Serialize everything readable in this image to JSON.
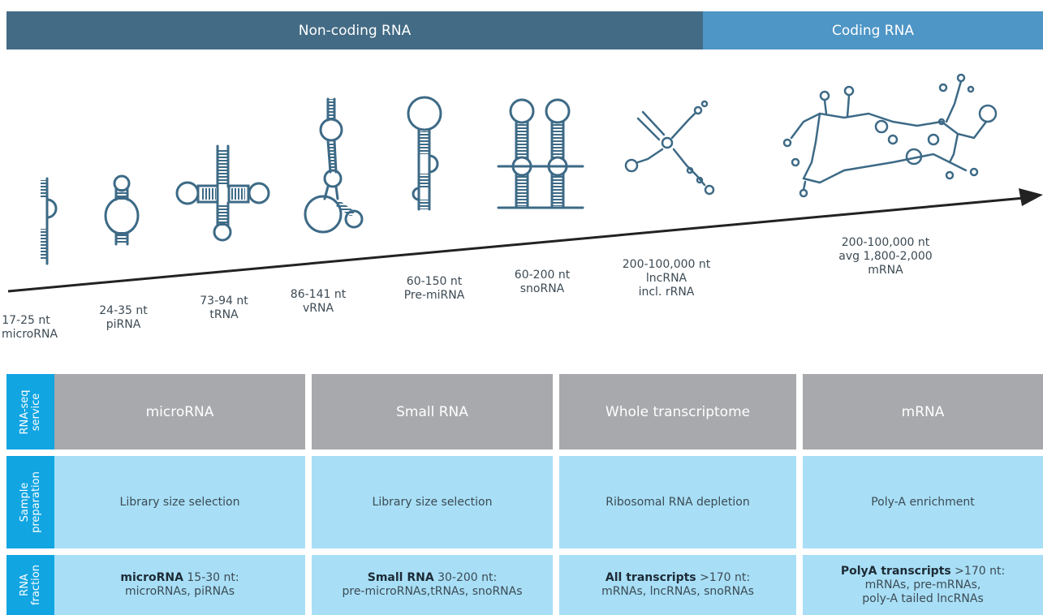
{
  "banner": {
    "noncoding": "Non-coding RNA",
    "coding": "Coding RNA"
  },
  "rna_types": [
    {
      "size": "17-25 nt",
      "name": "microRNA"
    },
    {
      "size": "24-35 nt",
      "name": "piRNA"
    },
    {
      "size": "73-94 nt",
      "name": "tRNA"
    },
    {
      "size": "86-141 nt",
      "name": "vRNA"
    },
    {
      "size": "60-150 nt",
      "name": "Pre-miRNA"
    },
    {
      "size": "60-200 nt",
      "name": "snoRNA"
    },
    {
      "size": "200-100,000 nt",
      "name": "lncRNA",
      "extra": "incl. rRNA"
    },
    {
      "size": "200-100,000 nt",
      "name": "avg 1,800-2,000",
      "extra": "mRNA"
    }
  ],
  "row_headers": [
    {
      "line1": "RNA-seq",
      "line2": "service"
    },
    {
      "line1": "Sample",
      "line2": "preparation"
    },
    {
      "line1": "RNA",
      "line2": "fraction"
    }
  ],
  "services": [
    "microRNA",
    "Small RNA",
    "Whole transcriptome",
    "mRNA"
  ],
  "preparation": [
    "Library size selection",
    "Library size selection",
    "Ribosomal RNA depletion",
    "Poly-A enrichment"
  ],
  "fractions": [
    {
      "bold": "microRNA",
      "rest": " 15-30 nt:",
      "lines": [
        "microRNAs, piRNAs"
      ]
    },
    {
      "bold": "Small RNA",
      "rest": " 30-200 nt:",
      "lines": [
        "pre-microRNAs,tRNAs, snoRNAs"
      ]
    },
    {
      "bold": "All transcripts",
      "rest": " >170 nt:",
      "lines": [
        "mRNAs, lncRNAs, snoRNAs"
      ]
    },
    {
      "bold": "PolyA transcripts",
      "rest": " >170 nt:",
      "lines": [
        "mRNAs, pre-mRNAs,",
        "poly-A tailed lncRNAs"
      ]
    }
  ],
  "colors": {
    "noncoding": "#436b85",
    "coding": "#4e96c6",
    "rna_stroke": "#3d6a86",
    "rowhead": "#11a5e2",
    "service": "#a7a9ac",
    "light": "#a8dff6"
  }
}
